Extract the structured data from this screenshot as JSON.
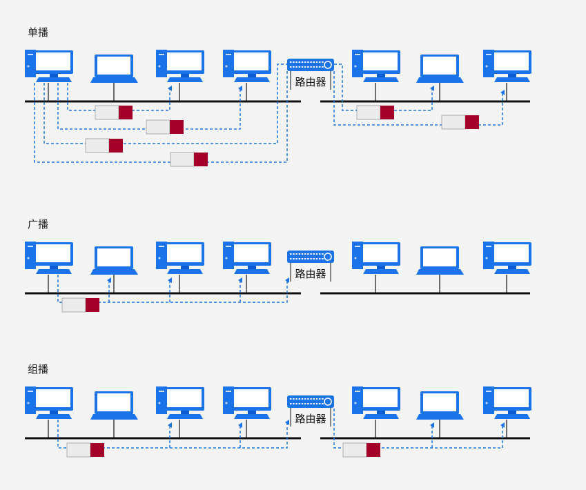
{
  "sections": [
    {
      "id": "unicast",
      "title": "单播",
      "router_label": "路由器"
    },
    {
      "id": "broadcast",
      "title": "广播",
      "router_label": "路由器"
    },
    {
      "id": "multicast",
      "title": "组播",
      "router_label": "路由器"
    }
  ],
  "colors": {
    "device_blue": "#1a73e8",
    "device_dark": "#0d5bd0",
    "screen_white": "#ffffff",
    "bus_line": "#111111",
    "packet_path": "#1a73e8",
    "packet_body": "#ececec",
    "packet_header": "#a3002a",
    "background": "#f4f4f4"
  },
  "icons": [
    "desktop-computer-icon",
    "laptop-icon",
    "router-icon",
    "packet-icon"
  ]
}
